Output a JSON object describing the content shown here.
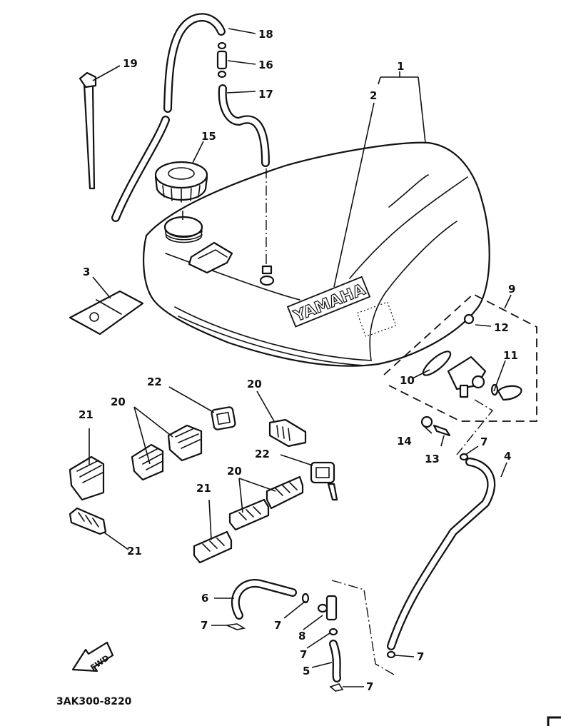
{
  "diagram": {
    "title": "Fuel tank exploded parts diagram",
    "brand_decal": "YAMAHA",
    "direction_label": "FWD",
    "figure_code": "3AK300-8220",
    "callouts": {
      "c1": "1",
      "c2": "2",
      "c3": "3",
      "c4": "4",
      "c5": "5",
      "c6": "6",
      "c7a": "7",
      "c7b": "7",
      "c7c": "7",
      "c7d": "7",
      "c7e": "7",
      "c7f": "7",
      "c8": "8",
      "c9": "9",
      "c10": "10",
      "c11": "11",
      "c12": "12",
      "c13": "13",
      "c14": "14",
      "c15": "15",
      "c16": "16",
      "c17": "17",
      "c18": "18",
      "c19": "19",
      "c20a": "20",
      "c20b": "20",
      "c20c": "20",
      "c21a": "21",
      "c21b": "21",
      "c21c": "21",
      "c22a": "22",
      "c22b": "22"
    }
  }
}
